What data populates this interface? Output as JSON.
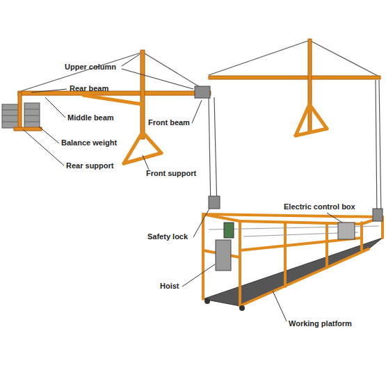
{
  "diagram": {
    "labels": [
      "Upper column",
      "Rear beam",
      "Middle beam",
      "Balance weight",
      "Rear support",
      "Front beam",
      "Front support",
      "Electric control box",
      "Safety lock",
      "Hoist",
      "Working platform"
    ]
  }
}
